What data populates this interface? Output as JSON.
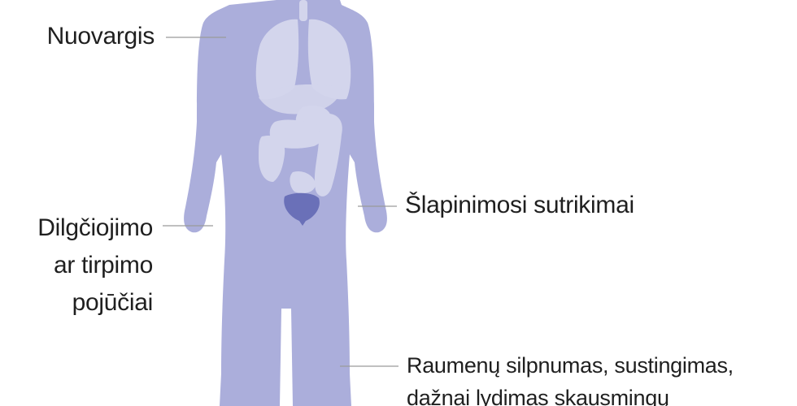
{
  "diagram": {
    "colors": {
      "body": "#abaedb",
      "organs": "#d3d5ec",
      "bladder": "#6a70b8",
      "leader_line": "#9a9a9a",
      "text": "#1f1f1f"
    },
    "symptoms": {
      "fatigue": "Nuovargis",
      "tingling": [
        "Dilgčiojimo",
        "ar tirpimo",
        "pojūčiai"
      ],
      "urinary": "Šlapinimosi sutrikimai",
      "muscle": [
        "Raumenų silpnumas, sustingimas,",
        "dažnai lydimas skausmingų"
      ]
    }
  }
}
